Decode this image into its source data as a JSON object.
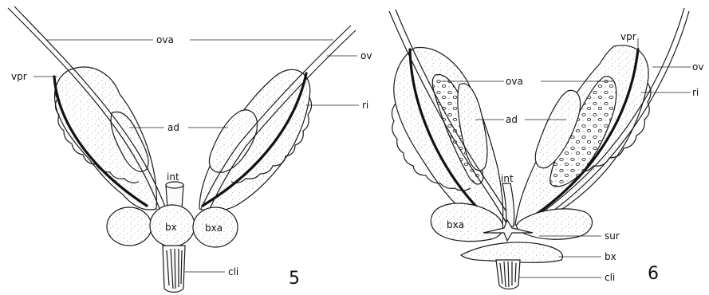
{
  "figure_5": {
    "number": "5",
    "labels": {
      "ova": "ova",
      "ov": "ov",
      "vpr": "vpr",
      "ri": "ri",
      "ad": "ad",
      "int": "int",
      "bx": "bx",
      "bxa": "bxa",
      "cli": "cli"
    }
  },
  "figure_6": {
    "number": "6",
    "labels": {
      "vpr": "vpr",
      "ov": "ov",
      "ova": "ova",
      "ri": "ri",
      "ad": "ad",
      "int": "int",
      "bxa": "bxa",
      "sur": "sur",
      "bx": "bx",
      "cli": "cli"
    }
  }
}
